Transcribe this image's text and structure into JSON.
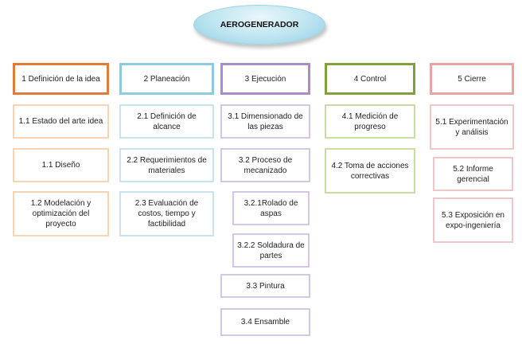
{
  "root": "AEROGENERADOR",
  "columns": [
    {
      "title": "1 Definición de la idea",
      "items": [
        "1.1 Estado del arte idea",
        "1.1 Diseño",
        "1.2 Modelación y optimización del proyecto"
      ]
    },
    {
      "title": "2 Planeación",
      "items": [
        "2.1 Definición de alcance",
        "2.2 Requerimientos de materiales",
        "2.3 Evaluación de costos, tiempo y factibilidad"
      ]
    },
    {
      "title": "3 Ejecución",
      "items": [
        "3.1 Dimensionado de las piezas",
        "3.2 Proceso de mecanizado",
        "3.2.1Rolado de aspas",
        "3.2.2 Soldadura de partes",
        "3.3 Pintura",
        "3.4 Ensamble"
      ]
    },
    {
      "title": "4 Control",
      "items": [
        "4.1 Medición de progreso",
        "4.2 Toma de acciones correctivas"
      ]
    },
    {
      "title": "5 Cierre",
      "items": [
        "5.1 Experimentación y análisis",
        "5.2 Informe gerencial",
        "5.3 Exposición en expo-ingeniería"
      ]
    }
  ],
  "colors": {
    "definicion": "#e07b39",
    "planeacion": "#8fcbe0",
    "ejecucion": "#a98cc8",
    "control": "#7fa03a",
    "cierre": "#e8a3a3"
  }
}
